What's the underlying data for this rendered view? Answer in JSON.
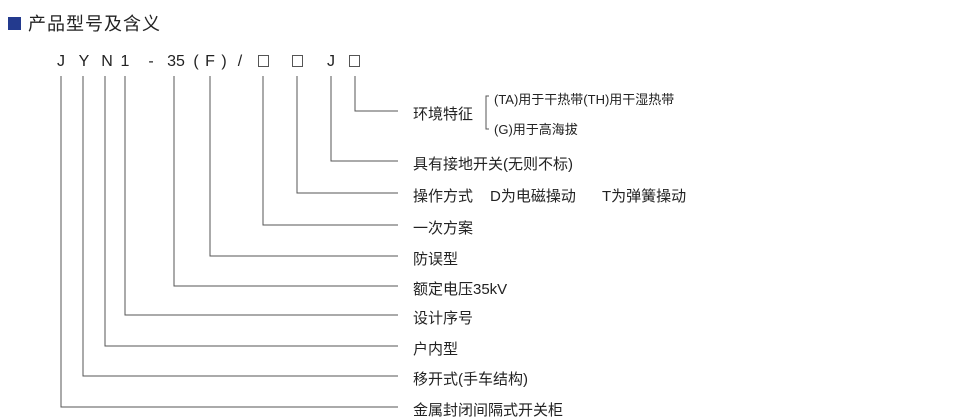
{
  "title": "产品型号及含义",
  "code": {
    "chars": [
      "J",
      "Y",
      "N",
      "1",
      "-",
      "35",
      "(",
      "F",
      ")",
      "/",
      "J"
    ]
  },
  "meanings": {
    "env": "环境特征",
    "env_ta_th": "(TA)用于干热带(TH)用干湿热带",
    "env_g": "(G)用于高海拔",
    "earth_switch": "具有接地开关(无则不标)",
    "operation": "操作方式",
    "operation_d": "D为电磁操动",
    "operation_t": "T为弹簧操动",
    "primary_scheme": "一次方案",
    "anti_misoperation": "防误型",
    "rated_voltage": "额定电压35kV",
    "design_number": "设计序号",
    "indoor": "户内型",
    "movable": "移开式(手车结构)",
    "enclosed": "金属封闭间隔式开关柜"
  },
  "colors": {
    "accent": "#233a8e",
    "line": "#555555"
  }
}
